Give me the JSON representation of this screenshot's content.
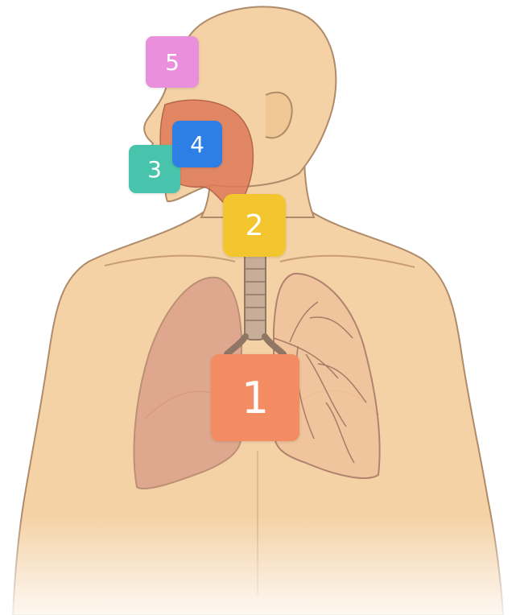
{
  "markers": [
    {
      "id": "5",
      "label": "5",
      "color": "#e98fdb"
    },
    {
      "id": "4",
      "label": "4",
      "color": "#2d7ee5"
    },
    {
      "id": "3",
      "label": "3",
      "color": "#49c4ac"
    },
    {
      "id": "2",
      "label": "2",
      "color": "#f3c62f"
    },
    {
      "id": "1",
      "label": "1",
      "color": "#f48c63"
    }
  ],
  "colors": {
    "skin": "#f4d2a6",
    "skin_shadow": "#e9bb8b",
    "outline": "#b08b6a",
    "lung": "#d99a86",
    "airway": "#e07b58",
    "trachea": "#a58b7a"
  }
}
